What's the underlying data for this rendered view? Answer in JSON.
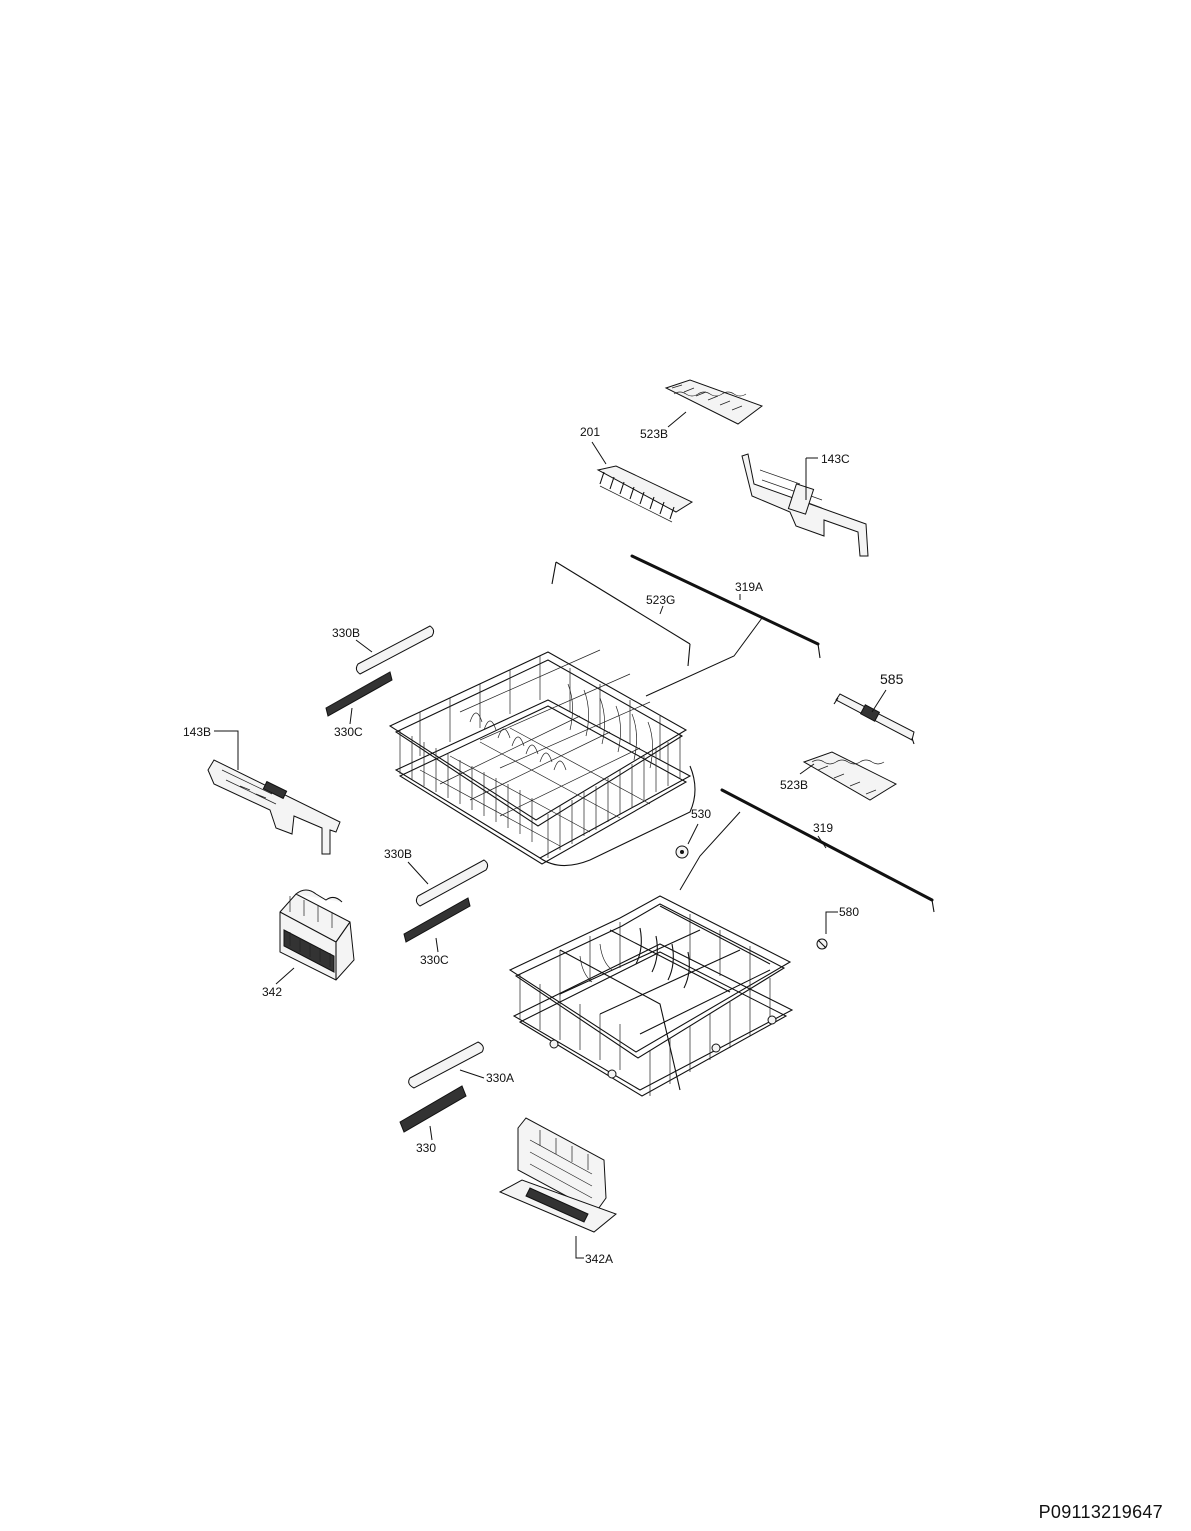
{
  "labels": {
    "l523b_top": "523B",
    "l201": "201",
    "l143c": "143C",
    "l319a": "319A",
    "l523g": "523G",
    "l330b_upper": "330B",
    "l330c_upper": "330C",
    "l585": "585",
    "l143b": "143B",
    "l523b_right": "523B",
    "l530": "530",
    "l319": "319",
    "l330b_lower": "330B",
    "l580": "580",
    "l342": "342",
    "l330c_lower": "330C",
    "l330a": "330A",
    "l330": "330",
    "l342a": "342A"
  },
  "document_code": "P09113219647"
}
